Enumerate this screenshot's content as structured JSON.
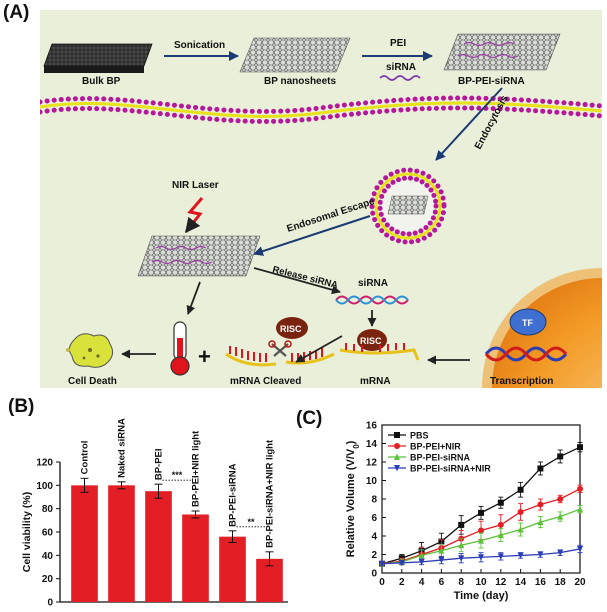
{
  "panel_a": {
    "letter": "(A)",
    "labels": {
      "bulk_bp": "Bulk BP",
      "sonication": "Sonication",
      "bp_nanosheets": "BP nanosheets",
      "pei": "PEI",
      "sirna_top": "siRNA",
      "bp_pei_sirna": "BP-PEI-siRNA",
      "endocytosis": "Endocytosis",
      "endosomal_escape": "Endosomal Escape",
      "nir_laser": "NIR Laser",
      "release_sirna": "Release siRNA",
      "sirna_mid": "siRNA",
      "risc_left": "RISC",
      "risc_mid": "RISC",
      "tf": "TF",
      "cell_death": "Cell Death",
      "plus": "+",
      "mrna_cleaved": "mRNA Cleaved",
      "mrna": "mRNA",
      "transcription": "Transcription"
    },
    "colors": {
      "background": "#e9efd9",
      "lipid_head": "#b5189a",
      "lipid_tail": "#e8e21c",
      "arrow": "#1c3a73",
      "laser": "#e0141c",
      "nucleus": "#f39a26",
      "tf": "#3f6fd0",
      "risc": "#7a2410"
    }
  },
  "panel_b": {
    "letter": "(B)",
    "chart_data": {
      "type": "bar",
      "categories": [
        "Control",
        "Naked siRNA",
        "BP-PEI",
        "BP-PEI+NIR light",
        "BP-PEI-siRNA",
        "BP-PEI-siRNA+NIR light"
      ],
      "values": [
        100,
        100,
        95,
        75,
        56,
        37
      ],
      "errors": [
        6,
        3,
        6,
        3,
        5,
        6
      ],
      "ylabel": "Cell viability (%)",
      "ylim": [
        0,
        120
      ],
      "yticks": [
        0,
        20,
        40,
        60,
        80,
        100,
        120
      ],
      "bar_color": "#e31e24",
      "significance": [
        {
          "between": [
            2,
            3
          ],
          "label": "***"
        },
        {
          "between": [
            4,
            5
          ],
          "label": "**"
        }
      ]
    }
  },
  "panel_c": {
    "letter": "(C)",
    "chart_data": {
      "type": "line",
      "xlabel": "Time (day)",
      "ylabel": "Relative Volume (V/V",
      "ylabel_sub": "0",
      "ylabel_close": ")",
      "xlim": [
        0,
        20
      ],
      "ylim": [
        0,
        16
      ],
      "xticks": [
        0,
        2,
        4,
        6,
        8,
        10,
        12,
        14,
        16,
        18,
        20
      ],
      "yticks": [
        0,
        2,
        4,
        6,
        8,
        10,
        12,
        14,
        16
      ],
      "x": [
        0,
        2,
        4,
        6,
        8,
        10,
        12,
        14,
        16,
        18,
        20
      ],
      "legend_position": "top-left",
      "series": [
        {
          "name": "PBS",
          "color": "#111111",
          "marker": "square",
          "values": [
            1.0,
            1.6,
            2.4,
            3.4,
            5.2,
            6.5,
            7.6,
            9.0,
            11.3,
            12.6,
            13.6
          ],
          "errors": [
            0.2,
            0.4,
            0.9,
            0.9,
            1.0,
            0.7,
            0.6,
            0.8,
            0.7,
            0.7,
            0.5
          ]
        },
        {
          "name": "BP-PEI+NIR",
          "color": "#e31e24",
          "marker": "circle",
          "values": [
            1.0,
            1.3,
            2.0,
            2.7,
            3.7,
            4.6,
            5.2,
            6.6,
            7.4,
            8.0,
            9.1
          ],
          "errors": [
            0.2,
            0.3,
            0.8,
            0.9,
            0.9,
            1.0,
            1.1,
            0.9,
            0.6,
            0.4,
            0.4
          ]
        },
        {
          "name": "BP-PEI-siRNA",
          "color": "#5cc23a",
          "marker": "triangle-up",
          "values": [
            1.0,
            1.2,
            1.9,
            2.4,
            3.0,
            3.5,
            4.1,
            4.7,
            5.5,
            6.1,
            6.9
          ],
          "errors": [
            0.2,
            0.3,
            0.6,
            0.7,
            0.7,
            0.8,
            0.7,
            0.7,
            0.6,
            0.5,
            0.4
          ]
        },
        {
          "name": "BP-PEI-siRNA+NIR",
          "color": "#2d3db5",
          "marker": "triangle-down",
          "values": [
            1.0,
            1.1,
            1.2,
            1.4,
            1.6,
            1.7,
            1.8,
            1.9,
            2.0,
            2.2,
            2.6
          ],
          "errors": [
            0.2,
            0.2,
            0.3,
            0.4,
            0.5,
            0.5,
            0.4,
            0.3,
            0.3,
            0.3,
            0.4
          ]
        }
      ]
    }
  }
}
